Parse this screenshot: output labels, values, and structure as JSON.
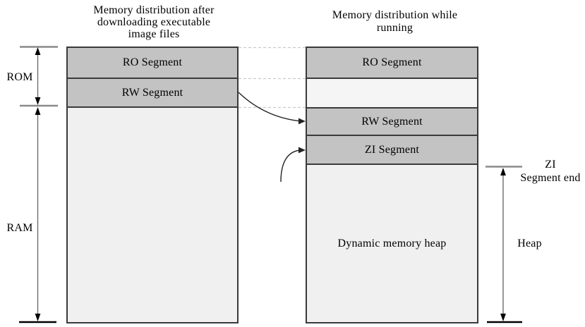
{
  "diagram": {
    "left_column": {
      "title": "Memory distribution after\ndownloading executable\nimage files",
      "ro_label": "RO Segment",
      "rw_label": "RW Segment"
    },
    "right_column": {
      "title": "Memory distribution while\nrunning",
      "ro_label": "RO Segment",
      "rw_label": "RW Segment",
      "zi_label": "ZI Segment",
      "heap_label": "Dynamic memory heap"
    },
    "measures": {
      "rom": "ROM",
      "ram": "RAM",
      "zi_end": "ZI\nSegment end",
      "heap": "Heap"
    },
    "colors": {
      "segment_dark": "#c3c3c3",
      "segment_light": "#f0f0f0",
      "gap_light": "#f5f5f5",
      "border": "#3a3a3a",
      "measure_gray": "#6e6e6e",
      "tick_gray": "#8a8a8a",
      "tick_black": "#000000",
      "dashed_gray": "#c9c9c9",
      "arrow_black": "#222222"
    }
  }
}
